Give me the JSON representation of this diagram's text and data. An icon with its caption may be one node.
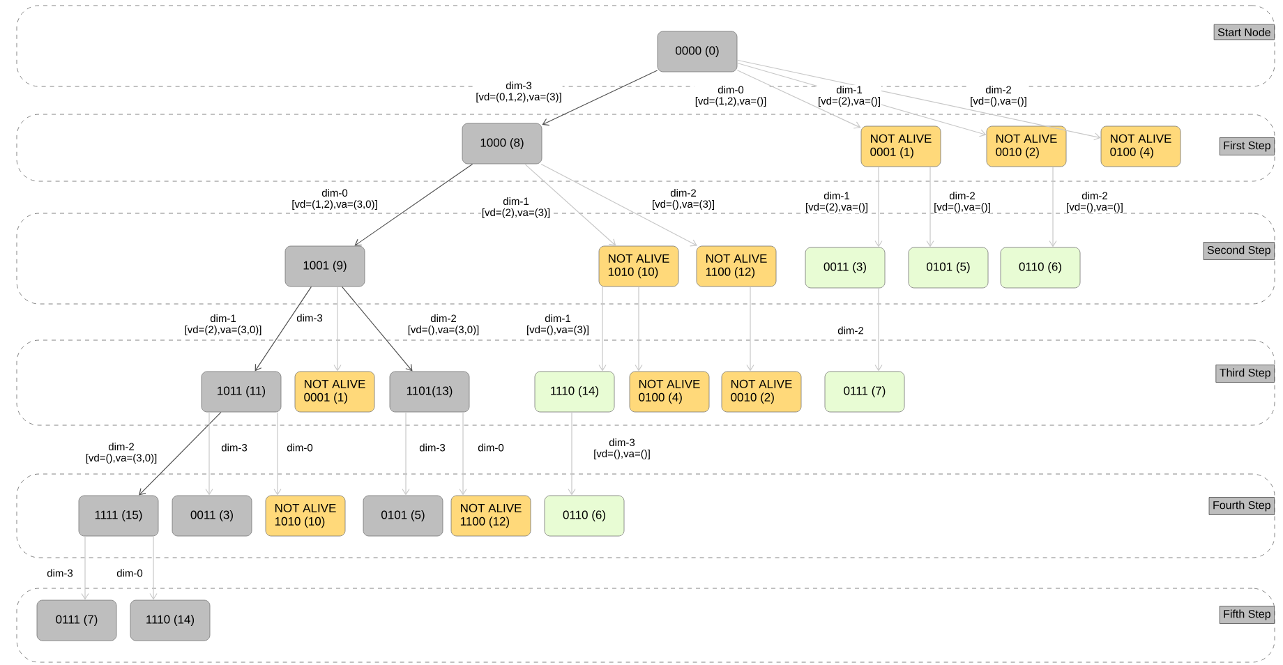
{
  "diagram": {
    "nodes": [
      {
        "text": [
          "Start Node"
        ]
      },
      {
        "text": [
          "0000 (0)"
        ],
        "in": 0
      },
      {
        "text": [
          "First Step"
        ]
      },
      {
        "text": [
          "1000 (8)"
        ],
        "in": 2
      },
      {
        "text": [
          "NOT ALIVE 0001 (1)"
        ],
        "in": 2
      },
      {
        "text": [
          "NOT ALIVE 0010 (2)"
        ],
        "in": 2
      },
      {
        "text": [
          "NOT ALIVE 0100 (4)"
        ],
        "in": 2
      },
      {
        "text": [
          "Second Step"
        ]
      },
      {
        "text": [
          "1001 (9)"
        ],
        "in": 7
      },
      {
        "text": [
          "NOT ALIVE 1010 (10)"
        ],
        "in": 7
      },
      {
        "text": [
          "NOT ALIVE 1100 (12)"
        ],
        "in": 7
      },
      {
        "text": [
          "0011 (3)"
        ],
        "in": 7
      },
      {
        "text": [
          "0101 (5)"
        ],
        "in": 7
      },
      {
        "text": [
          "0110 (6)"
        ],
        "in": 7
      },
      {
        "text": [
          "Third Step"
        ]
      },
      {
        "text": [
          "1011 (11)"
        ],
        "in": 14
      },
      {
        "text": [
          "NOT ALIVE 0001 (1)"
        ],
        "in": 14
      },
      {
        "text": [
          "1101(13)"
        ],
        "in": 14
      },
      {
        "text": [
          "1110 (14)"
        ],
        "in": 14
      },
      {
        "text": [
          "NOT ALIVE 0100 (4)"
        ],
        "in": 14
      },
      {
        "text": [
          "NOT ALIVE 0010 (2)"
        ],
        "in": 14
      },
      {
        "text": [
          "0111 (7)"
        ],
        "in": 14
      },
      {
        "text": [
          "Fourth Step"
        ]
      },
      {
        "text": [
          "1111 (15)"
        ],
        "in": 22
      },
      {
        "text": [
          "0011 (3)"
        ],
        "in": 22
      },
      {
        "text": [
          "NOT ALIVE 1010 (10)"
        ],
        "in": 22
      },
      {
        "text": [
          "0101 (5)"
        ],
        "in": 22
      },
      {
        "text": [
          "NOT ALIVE 1100 (12)"
        ],
        "in": 22
      },
      {
        "text": [
          "0110 (6)"
        ],
        "in": 22
      },
      {
        "text": [
          "Fifth Step"
        ]
      },
      {
        "text": [
          "0111 (7)"
        ],
        "in": 29
      },
      {
        "text": [
          "1110 (14)"
        ],
        "in": 29
      }
    ],
    "edges": [
      {
        "from": 1,
        "to": 3,
        "arrow": "to",
        "label": "dim-3 [vd=(0,1,2),va=(3)]",
        "color": "#505050"
      },
      {
        "from": 1,
        "to": 4,
        "arrow": "to",
        "label": "dim-0 [vd=(1,2),va=()]"
      },
      {
        "from": 1,
        "to": 5,
        "arrow": "to",
        "label": "dim-1 [vd=(2),va=()]"
      },
      {
        "from": 1,
        "to": 6,
        "arrow": "to",
        "label": "dim-2 [vd=(),va=()]"
      },
      {
        "from": 3,
        "to": 8,
        "arrow": "to",
        "label": "dim-0 [vd=(1,2),va=(3,0)]",
        "color": "#505050"
      },
      {
        "from": 3,
        "to": 9,
        "arrow": "to",
        "label": "dim-1 [vd=(2),va=(3)]"
      },
      {
        "from": 3,
        "to": 10,
        "arrow": "to",
        "label": "dim-2 [vd=(),va=(3)]"
      },
      {
        "from": 4,
        "to": 11,
        "arrow": "to",
        "label": "dim-1 [vd=(2),va=()]"
      },
      {
        "from": 4,
        "to": 12,
        "arrow": "to",
        "label": "dim-2 [vd=(),va=()]"
      },
      {
        "from": 5,
        "to": 13,
        "arrow": "to",
        "label": "dim-2 [vd=(),va=()]"
      },
      {
        "from": 8,
        "to": 15,
        "arrow": "to",
        "label": "dim-1 [vd=(2),va=(3,0)]",
        "color": "#505050"
      },
      {
        "from": 8,
        "to": 16,
        "arrow": "to",
        "label": "dim-3"
      },
      {
        "from": 8,
        "to": 17,
        "arrow": "to",
        "label": "dim-2 [vd=(),va=(3,0)]",
        "color": "#505050"
      },
      {
        "from": 9,
        "to": 18,
        "arrow": "to",
        "label": "dim-1 [vd=(),va=(3)]"
      },
      {
        "from": 9,
        "to": 19,
        "arrow": "to"
      },
      {
        "from": 10,
        "to": 20,
        "arrow": "to"
      },
      {
        "from": 11,
        "to": 21,
        "arrow": "to",
        "label": "dim-2"
      },
      {
        "from": 15,
        "to": 23,
        "arrow": "to",
        "label": "dim-2 [vd=(),va=(3,0)]",
        "color": "#505050"
      },
      {
        "from": 15,
        "to": 24,
        "arrow": "to",
        "label": "dim-3"
      },
      {
        "from": 15,
        "to": 25,
        "arrow": "to",
        "label": "dim-0"
      },
      {
        "from": 17,
        "to": 26,
        "arrow": "to",
        "label": "dim-3"
      },
      {
        "from": 17,
        "to": 27,
        "arrow": "to",
        "label": "dim-0"
      },
      {
        "from": 18,
        "to": 28,
        "arrow": "to",
        "label": "dim-3 [vd=(),va=()]"
      },
      {
        "from": 23,
        "to": 30,
        "arrow": "to",
        "label": "dim-3"
      },
      {
        "from": 23,
        "to": 31,
        "arrow": "to",
        "label": "dim-0"
      }
    ]
  }
}
